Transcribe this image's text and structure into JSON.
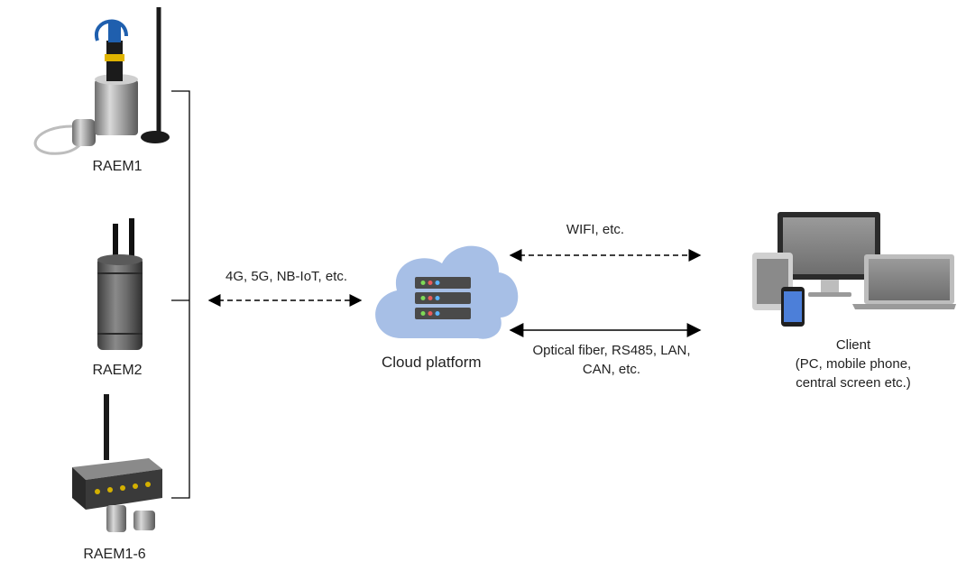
{
  "devices": [
    {
      "id": "raem1",
      "label": "RAEM1"
    },
    {
      "id": "raem2",
      "label": "RAEM2"
    },
    {
      "id": "raem1-6",
      "label": "RAEM1-6"
    }
  ],
  "links": {
    "device_to_cloud": "4G, 5G, NB-IoT, etc.",
    "wifi": "WIFI, etc.",
    "wired_line1": "Optical fiber, RS485, LAN,",
    "wired_line2": "CAN, etc."
  },
  "cloud": {
    "label": "Cloud platform"
  },
  "client": {
    "line1": "Client",
    "line2": "(PC, mobile phone,",
    "line3": "central screen etc.)"
  },
  "icons": {
    "cloud": "cloud-server-icon",
    "client": "multi-device-icon"
  },
  "colors": {
    "cloud_fill": "#a7bfe6",
    "server_fill": "#4a4a4a",
    "led_green": "#7ed957",
    "led_red": "#e85b5b",
    "led_blue": "#5ab4ff"
  }
}
